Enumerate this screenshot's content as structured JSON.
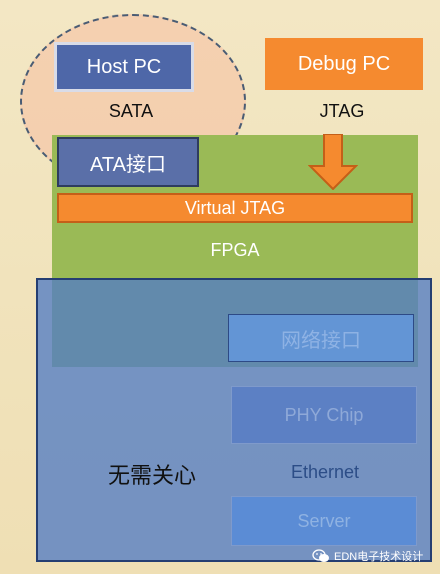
{
  "labels": {
    "host_pc": "Host PC",
    "debug_pc": "Debug PC",
    "sata": "SATA",
    "jtag": "JTAG",
    "ata_interface": "ATA接口",
    "virtual_jtag": "Virtual JTAG",
    "fpga": "FPGA",
    "network_interface": "网络接口",
    "phy_chip": "PHY Chip",
    "ethernet": "Ethernet",
    "server": "Server",
    "no_worry": "无需关心"
  },
  "watermark": {
    "text": "EDN电子技术设计",
    "icon": "wechat-icon"
  },
  "colors": {
    "blue_box": "#4e67a8",
    "orange_box": "#f58a2f",
    "fpga_green": "#9aba56",
    "overlay_blue": "#527cc4",
    "background": "#f3e7c4"
  }
}
